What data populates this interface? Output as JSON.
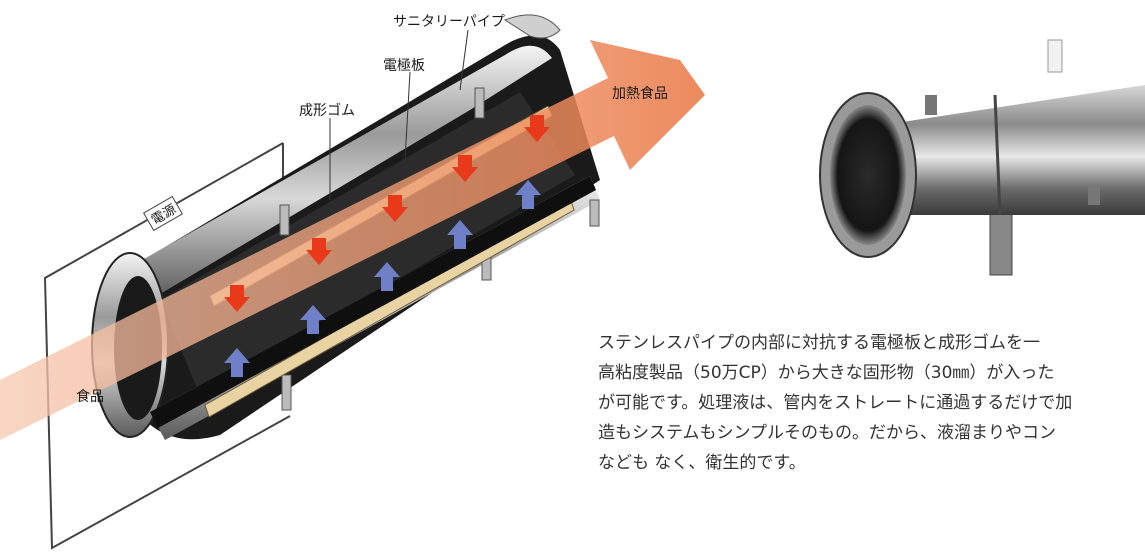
{
  "diagram": {
    "labels": {
      "sanitary_pipe": "サニタリーパイプ",
      "electrode_plate": "電極板",
      "molded_rubber": "成形ゴム",
      "heated_food": "加熱食品",
      "power_source": "電源",
      "food": "食品"
    }
  },
  "description": {
    "lines": [
      "ステンレスパイプの内部に対抗する電極板と成形ゴムを一",
      "高粘度製品（50万CP）から大きな固形物（30㎜）が入った",
      "が可能です。処理液は、管内をストレートに通過するだけで加",
      "造もシステムもシンプルそのもの。だから、液溜まりやコン",
      "なども なく、衛生的です。"
    ]
  },
  "colors": {
    "arrow": "#ef8c5e",
    "electrode": "#e9d3a3",
    "heat_arrow": "#e83a1a",
    "food_arrow": "#6f80c8"
  }
}
